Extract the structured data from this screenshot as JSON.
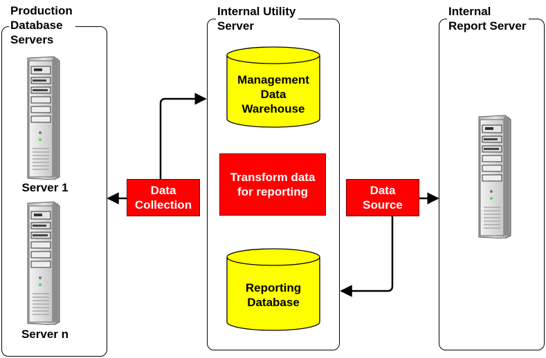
{
  "panels": {
    "production": {
      "title": "Production\nDatabase\nServers"
    },
    "utility": {
      "title": "Internal Utility\nServer"
    },
    "report": {
      "title": "Internal\nReport Server"
    }
  },
  "servers": {
    "server1_label": "Server 1",
    "servern_label": "Server n"
  },
  "stores": {
    "mdw": "Management\nData\nWarehouse",
    "reporting_db": "Reporting\nDatabase"
  },
  "processes": {
    "transform": "Transform data\nfor reporting",
    "data_collection": "Data\nCollection",
    "data_source": "Data\nSource"
  },
  "colors": {
    "process_fill": "#ff0000",
    "store_fill": "#ffff00",
    "process_text": "#ffffff"
  }
}
